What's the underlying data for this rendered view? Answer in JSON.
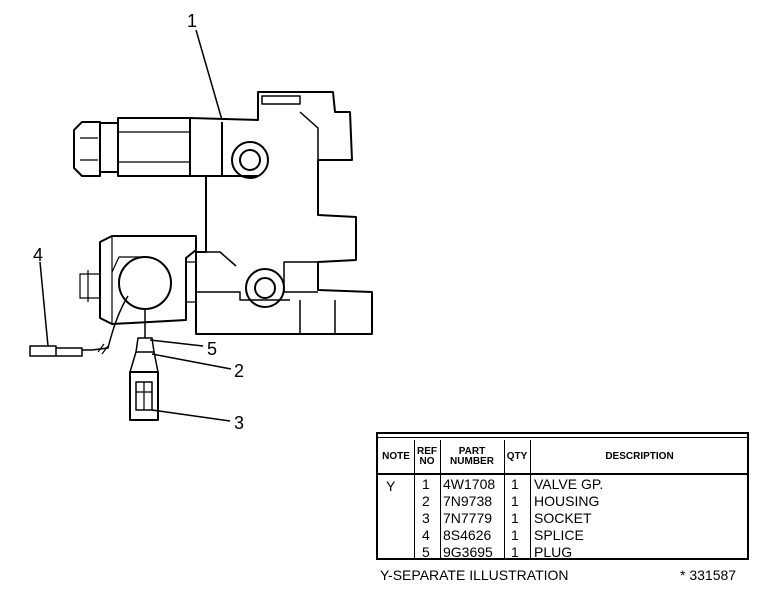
{
  "callouts": [
    "1",
    "2",
    "3",
    "4",
    "5"
  ],
  "table": {
    "headers": {
      "note": "NOTE",
      "ref_no": "REF NO",
      "part_number": "PART NUMBER",
      "qty": "QTY",
      "description": "DESCRIPTION"
    },
    "note": "Y",
    "rows": [
      {
        "ref": "1",
        "part": "4W1708",
        "qty": "1",
        "desc": "VALVE GP."
      },
      {
        "ref": "2",
        "part": "7N9738",
        "qty": "1",
        "desc": "HOUSING"
      },
      {
        "ref": "3",
        "part": "7N7779",
        "qty": "1",
        "desc": "SOCKET"
      },
      {
        "ref": "4",
        "part": "8S4626",
        "qty": "1",
        "desc": "SPLICE"
      },
      {
        "ref": "5",
        "part": "9G3695",
        "qty": "1",
        "desc": "PLUG"
      }
    ]
  },
  "footer": {
    "legend": "Y-SEPARATE ILLUSTRATION",
    "illustration_no": "* 331587"
  }
}
